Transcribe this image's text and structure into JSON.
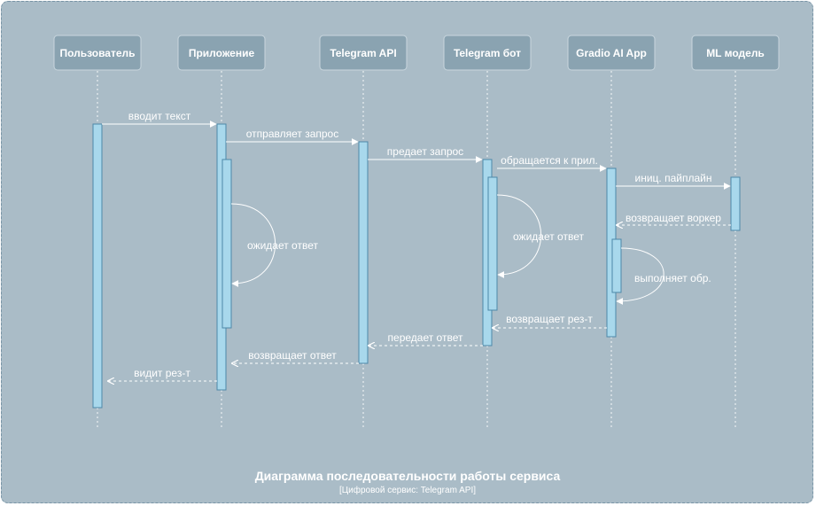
{
  "participants": [
    {
      "id": "user",
      "label": "Пользователь"
    },
    {
      "id": "app",
      "label": "Приложение"
    },
    {
      "id": "tgapi",
      "label": "Telegram API"
    },
    {
      "id": "bot",
      "label": "Telegram бот"
    },
    {
      "id": "gradio",
      "label": "Gradio AI App"
    },
    {
      "id": "ml",
      "label": "ML модель"
    }
  ],
  "messages": [
    {
      "from": "user",
      "to": "app",
      "label": "вводит текст",
      "style": "solid"
    },
    {
      "from": "app",
      "to": "tgapi",
      "label": "отправляет запрос",
      "style": "solid"
    },
    {
      "from": "tgapi",
      "to": "bot",
      "label": "предает запрос",
      "style": "solid"
    },
    {
      "from": "bot",
      "to": "gradio",
      "label": "обращается к прил.",
      "style": "solid"
    },
    {
      "from": "gradio",
      "to": "ml",
      "label": "иниц. пайплайн",
      "style": "solid"
    },
    {
      "from": "ml",
      "to": "gradio",
      "label": "возвращает воркер",
      "style": "dashed"
    },
    {
      "from": "gradio",
      "to": "bot",
      "label": "возвращает рез-т",
      "style": "dashed"
    },
    {
      "from": "bot",
      "to": "tgapi",
      "label": "передает ответ",
      "style": "dashed"
    },
    {
      "from": "tgapi",
      "to": "app",
      "label": "возвращает ответ",
      "style": "dashed"
    },
    {
      "from": "app",
      "to": "user",
      "label": "видит рез-т",
      "style": "dashed"
    }
  ],
  "self_messages": [
    {
      "participant": "app",
      "label": "ожидает ответ"
    },
    {
      "participant": "bot",
      "label": "ожидает ответ"
    },
    {
      "participant": "gradio",
      "label": "выполняет обр."
    }
  ],
  "title": "Диаграмма последовательности работы сервиса",
  "subtitle": "[Цифровой сервис: Telegram API]"
}
